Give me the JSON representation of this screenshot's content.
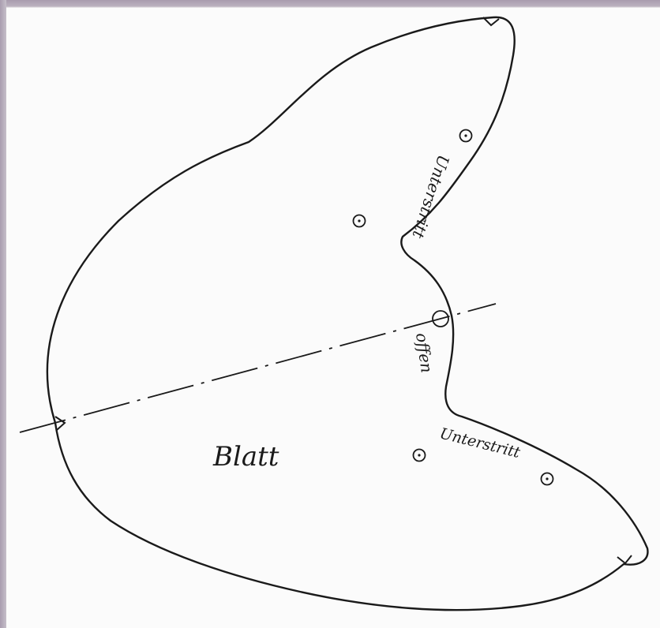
{
  "pattern": {
    "main_label": "Blatt",
    "notch_labels": [
      "Unterstritt",
      "Unterstritt"
    ],
    "center_mark_label": "offen",
    "ink_color": "#1a1a1a",
    "paper_color": "#fbfbfb",
    "frame_color": "#a99cae"
  }
}
